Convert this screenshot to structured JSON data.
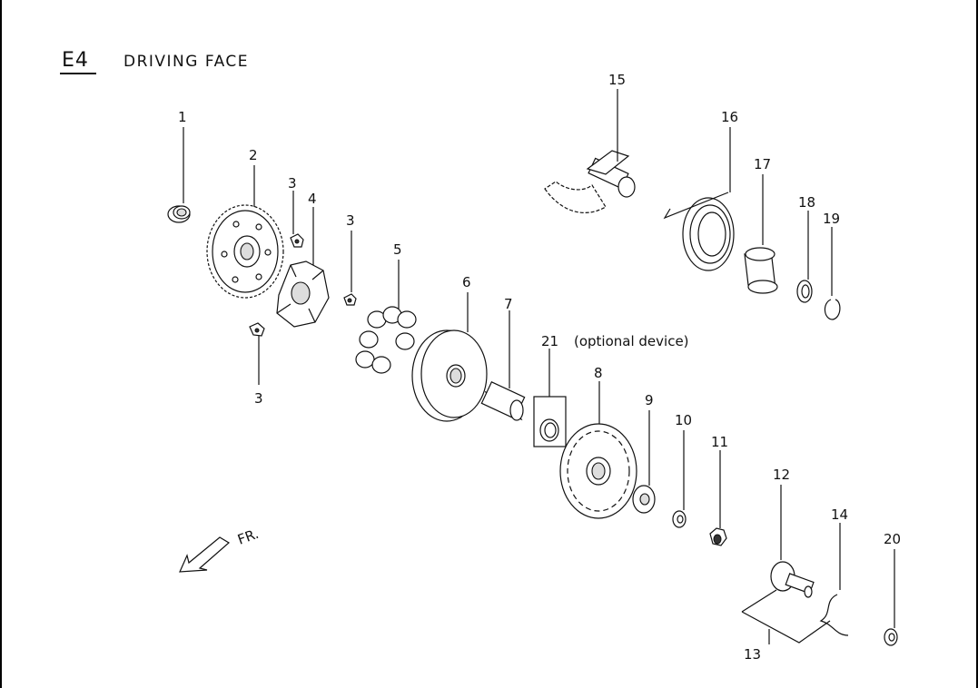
{
  "header": {
    "code": "E4",
    "title": "DRIVING FACE"
  },
  "callouts": {
    "c1": "1",
    "c2": "2",
    "c3a": "3",
    "c3b": "3",
    "c3c": "3",
    "c4": "4",
    "c5": "5",
    "c6": "6",
    "c7": "7",
    "c8": "8",
    "c9": "9",
    "c10": "10",
    "c11": "11",
    "c12": "12",
    "c13": "13",
    "c14": "14",
    "c15": "15",
    "c16": "16",
    "c17": "17",
    "c18": "18",
    "c19": "19",
    "c20": "20",
    "c21": "21"
  },
  "notes": {
    "optional": "(optional device)",
    "front": "FR."
  }
}
